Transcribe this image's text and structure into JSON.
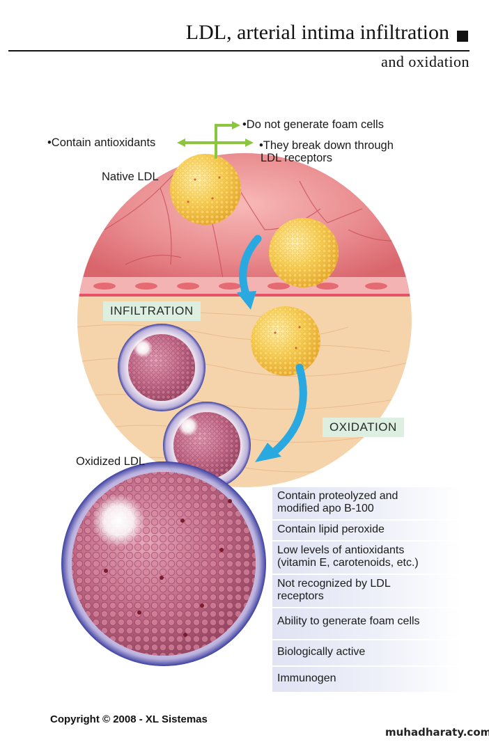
{
  "header": {
    "title": "LDL, arterial intima infiltration",
    "subtitle": "and oxidation"
  },
  "native_ldl": {
    "label": "Native LDL",
    "properties_left": "•Contain antioxidants",
    "properties_top": "•Do not generate foam cells",
    "properties_right_line1": "•They break down through",
    "properties_right_line2": "LDL receptors"
  },
  "stages": {
    "infiltration": "INFILTRATION",
    "oxidation": "OXIDATION"
  },
  "oxidized_ldl": {
    "label": "Oxidized LDL",
    "properties": [
      {
        "line1": "Contain proteolyzed and",
        "line2": "modified apo B-100"
      },
      {
        "line1": "Contain lipid peroxide",
        "line2": ""
      },
      {
        "line1": "Low levels of antioxidants",
        "line2": "(vitamin E, carotenoids, etc.)"
      },
      {
        "line1": "Not recognized by LDL",
        "line2": "receptors"
      },
      {
        "line1": "Ability to generate foam cells",
        "line2": ""
      },
      {
        "line1": "Biologically active",
        "line2": ""
      },
      {
        "line1": "Immunogen",
        "line2": ""
      }
    ]
  },
  "footer": {
    "copyright": "Copyright © 2008 - XL Sistemas",
    "watermark": "muhadharaty.com"
  },
  "colors": {
    "arrow_green": "#8cc63f",
    "arrow_blue": "#29a9df",
    "native_ldl": "#f7c84a",
    "oxidized_ldl": "#b85a7a",
    "tissue": "#f6d3a8",
    "endothelium": "#e8868a"
  }
}
